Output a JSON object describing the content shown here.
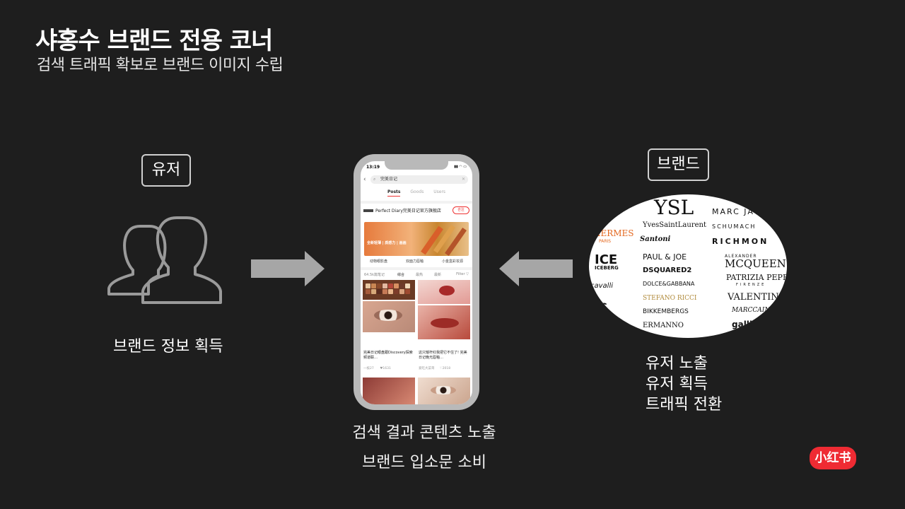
{
  "header": {
    "title": "샤홍수 브랜드 전용 코너",
    "subtitle": "검색 트래픽 확보로 브랜드 이미지 수립"
  },
  "user_section": {
    "tag": "유저",
    "caption": "브랜드 정보 획득",
    "icon": "users-icon"
  },
  "brand_section": {
    "tag": "브랜드",
    "captions": [
      "유저 노출",
      "유저 획득",
      "트래픽 전환"
    ],
    "brands": {
      "ysl_mono": "YSL",
      "ysl": "YvesSaintLaurent",
      "santoni": "Santoni",
      "paul_joe": "PAUL & JOE",
      "dsquared": "DSQUARED2",
      "dolce": "DOLCE&GABBANA",
      "stefano": "STEFANO RICCI",
      "bikkembergs": "BIKKEMBERGS",
      "ermanno": "ERMANNO",
      "hermes": "HERMES",
      "hermes_paris": "PARIS",
      "ice": "ICE",
      "iceberg": "ICEBERG",
      "cavalli": "cavalli",
      "ic": "IC",
      "marc": "MARC JA",
      "schumacher": "SCHUMACH",
      "richmond": "RICHMON",
      "alexander": "ALEXANDER",
      "mcqueen": "MCQUEEN",
      "patrizia": "PATRIZIA PEPE",
      "firenze": "FIRENZE",
      "valentino": "VALENTINO",
      "marccain": "MARCCAIN",
      "galli": "galli"
    }
  },
  "center_captions": [
    "검색 결과 콘텐츠 노출",
    "브랜드 입소문 소비"
  ],
  "phone": {
    "time": "13:19",
    "status_icons": "▮▮ ◠ ▭",
    "search_text": "完美日记",
    "tabs": [
      "Posts",
      "Goods",
      "Users"
    ],
    "active_tab": "Posts",
    "store_name": "Perfect Diary完美日记官方旗舰店",
    "follow_label": "관注",
    "banner_text": "全新轻薄 | 质感力 | 画画",
    "categories": [
      "动物眼影盘",
      "双面力唇釉",
      "小金盒彩妆源"
    ],
    "filters": {
      "count": "64.5k篇笔记",
      "sort": "综合",
      "hot": "最热",
      "new": "最新",
      "filter": "Filter ▽"
    },
    "cards": [
      {
        "title": "完美日记眼盘跟Discovery探索频道联…",
        "user": "一枝27",
        "likes": "♥1631"
      },
      {
        "title": "这只矮杆红我把它不住了! 完美日记晚光唇釉…",
        "user": "爱吃大菜哥",
        "likes": "♡2018"
      }
    ]
  },
  "logo": {
    "text": "小红书",
    "color": "#ef2b33"
  },
  "colors": {
    "background": "#1e1e1e",
    "arrow": "#a6a6a6",
    "phone_frame": "#b9b9b9"
  }
}
